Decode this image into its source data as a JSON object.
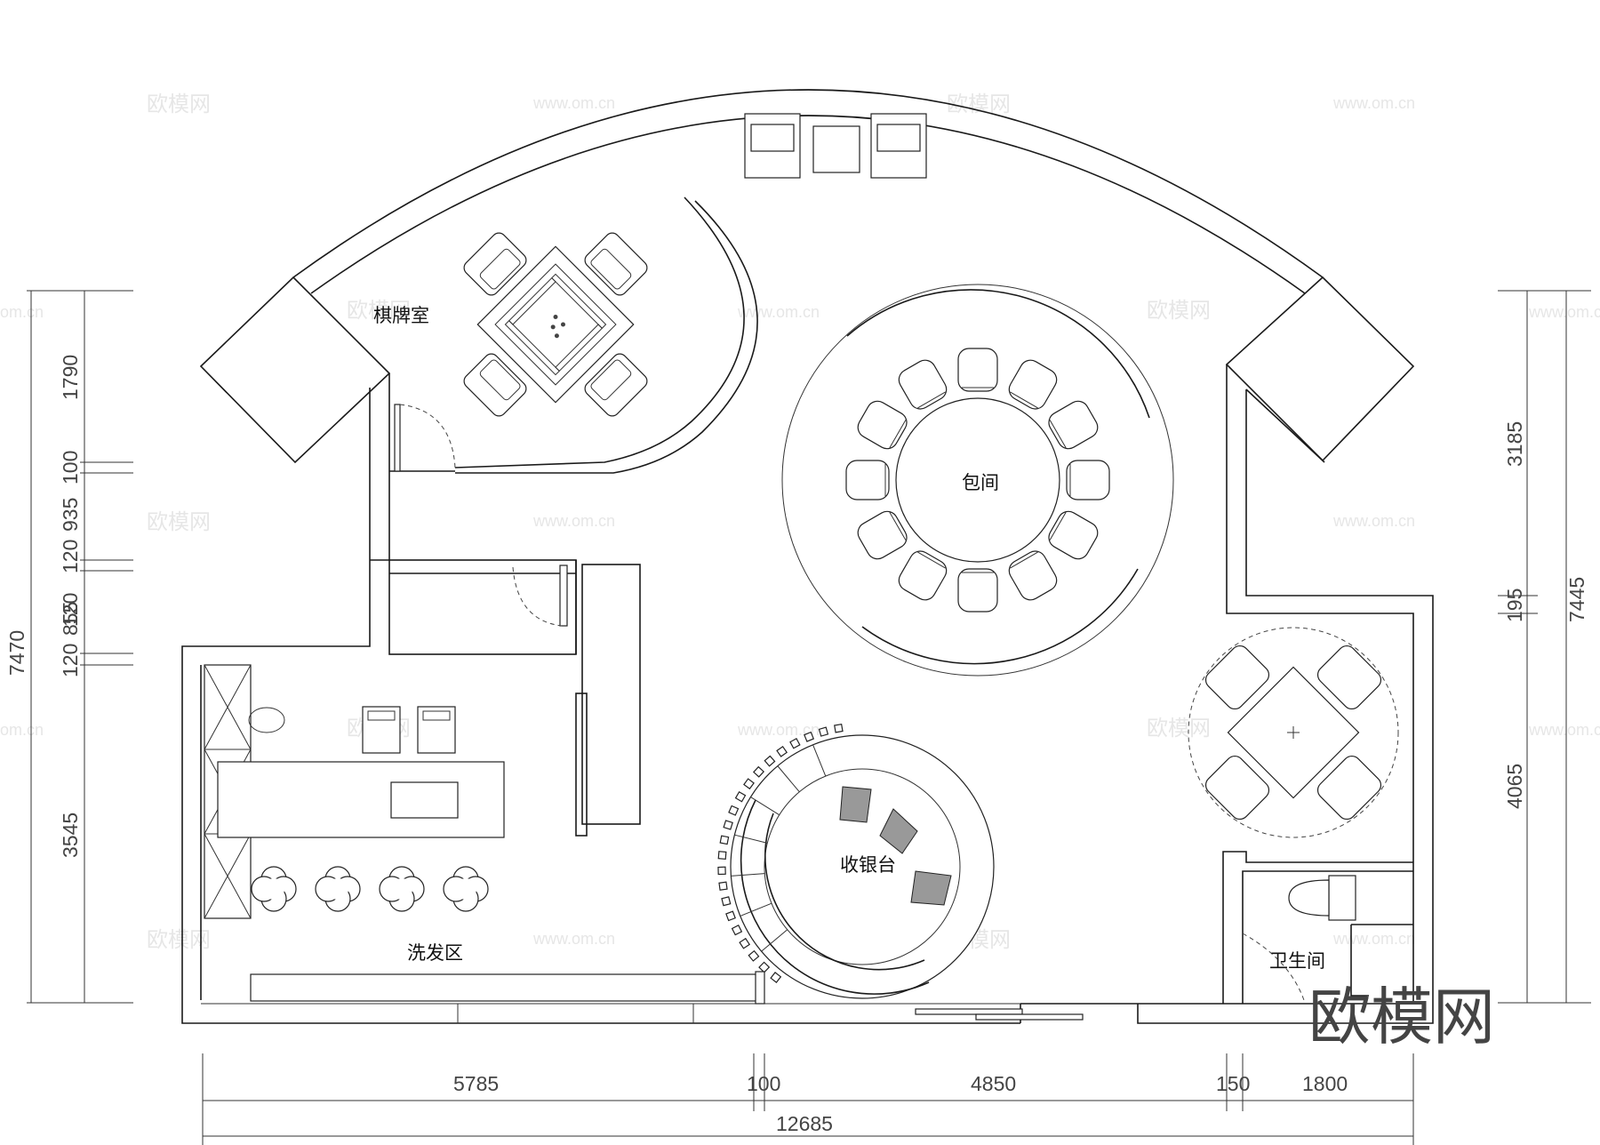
{
  "rooms": {
    "chess_room": "棋牌室",
    "private_room": "包间",
    "cashier": "收银台",
    "wash_area": "洗发区",
    "restroom": "卫生间"
  },
  "watermark": {
    "brand": "欧模网",
    "url": "www.om.cn",
    "url_partial": "om.cn"
  },
  "dimensions": {
    "bottom": [
      "5785",
      "100",
      "4850",
      "150",
      "1800"
    ],
    "bottom_total": "12685",
    "left": [
      "1790",
      "100",
      "120",
      "935",
      "120",
      "855",
      "120",
      "3545"
    ],
    "left_total": "7470",
    "right": [
      "3185",
      "195",
      "4065"
    ],
    "right_total": "7445"
  }
}
